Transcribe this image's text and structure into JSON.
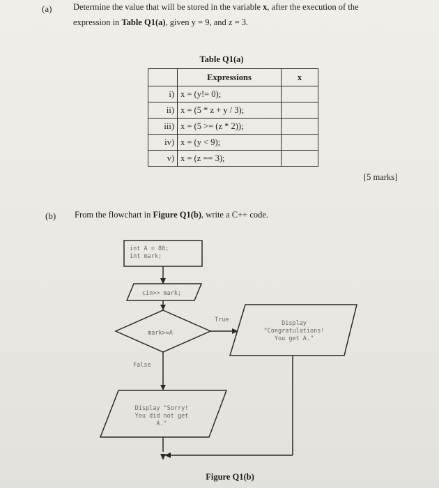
{
  "part_a": {
    "label": "(a)",
    "line1_pre": "Determine the value that will be stored in the variable",
    "line1_var": "x",
    "line1_post": ", after the execution of the",
    "line2_pre": "expression in",
    "line2_table_ref": "Table Q1(a)",
    "line2_post": ", given y = 9, and z = 3.",
    "table": {
      "caption": "Table Q1(a)",
      "header_expressions": "Expressions",
      "header_x": "x",
      "rows": [
        {
          "num": "i)",
          "expr": "x = (y!= 0);"
        },
        {
          "num": "ii)",
          "expr": "x = (5 * z + y / 3);"
        },
        {
          "num": "iii)",
          "expr": "x = (5 >= (z * 2));"
        },
        {
          "num": "iv)",
          "expr": "x = (y < 9);"
        },
        {
          "num": "v)",
          "expr": "x = (z == 3);"
        }
      ]
    },
    "marks": "[5 marks]"
  },
  "part_b": {
    "label": "(b)",
    "text_pre": "From the flowchart in",
    "figure_ref": "Figure Q1(b)",
    "text_post": ", write a C++ code.",
    "flowchart": {
      "box1_line1": "int A = 80;",
      "box1_line2": "int mark;",
      "input_box": "cin>> mark;",
      "decision": "mark>=A",
      "true_label": "True",
      "false_label": "False",
      "display_true_line1": "Display",
      "display_true_line2": "\"Congratulations!",
      "display_true_line3": "You get A.\"",
      "display_false_line1": "Display \"Sorry!",
      "display_false_line2": "You did not get",
      "display_false_line3": "A.\""
    },
    "figure_caption": "Figure Q1(b)"
  }
}
